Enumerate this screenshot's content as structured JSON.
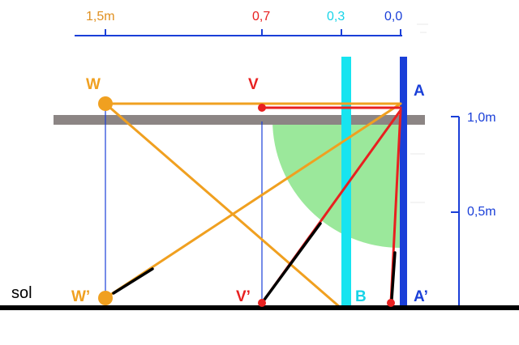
{
  "colors": {
    "orange": "#f0a020",
    "red": "#e82020",
    "cyan": "#17e4f0",
    "blue": "#1a3fd8",
    "axis_blue": "#1a3fd8",
    "gray": "#8c8584",
    "green": "#9be89b",
    "black": "#000000"
  },
  "top_scale": {
    "ticks": [
      {
        "label": "1,5m",
        "color": "#e09020"
      },
      {
        "label": "0,7",
        "color": "#e82020"
      },
      {
        "label": "0,3",
        "color": "#17d4e8"
      },
      {
        "label": "0,0",
        "color": "#1a3fd8"
      }
    ]
  },
  "right_scale": {
    "ticks": [
      {
        "label": "1,0m"
      },
      {
        "label": "0,5m"
      }
    ]
  },
  "points": {
    "W": "W",
    "V": "V",
    "A": "A",
    "W_prime": "W’",
    "V_prime": "V’",
    "B": "B",
    "A_prime": "A’"
  },
  "ground_label": "sol"
}
